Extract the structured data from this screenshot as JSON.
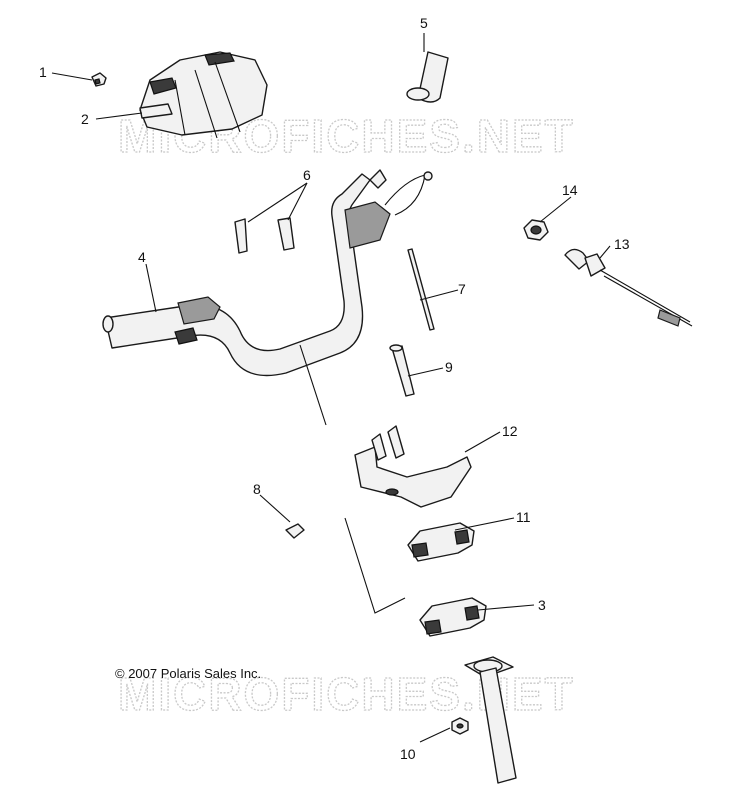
{
  "watermark": "MICROFICHES.NET",
  "copyright": "© 2007  Polaris Sales Inc.",
  "callouts": {
    "c1": "1",
    "c2": "2",
    "c3": "3",
    "c4": "4",
    "c5": "5",
    "c6": "6",
    "c7": "7",
    "c8": "8",
    "c9": "9",
    "c10": "10",
    "c11": "11",
    "c12": "12",
    "c13": "13",
    "c14": "14"
  }
}
